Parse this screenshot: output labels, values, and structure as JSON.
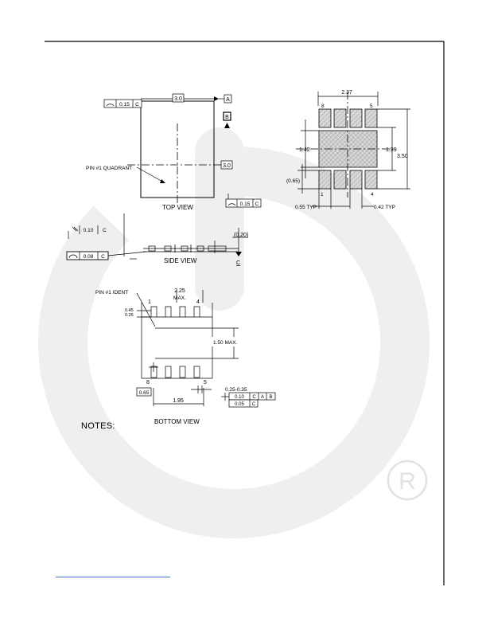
{
  "document": {
    "notes_heading": "NOTES:",
    "top_view": {
      "title": "TOP VIEW",
      "width_dim": "3.0",
      "height_dim": "3.0",
      "datum_a": "A",
      "datum_b": "B",
      "tol_top": "0.15",
      "tol_top_ref": "C",
      "tol_right": "0.15",
      "tol_right_ref": "C",
      "pin1_label": "PIN #1 QUADRANT"
    },
    "side_view": {
      "title": "SIDE VIEW",
      "flatness_tol": "0.10",
      "flatness_ref": "C",
      "coplanarity_tol": "0.08",
      "coplanarity_ref": "C",
      "standoff": "(0.20)",
      "datum_c": "C"
    },
    "bottom_view": {
      "title": "BOTTOM VIEW",
      "pin1_label": "PIN #1 IDENT",
      "max_width": "2.25",
      "max_word": "MAX.",
      "pad_dim_top": "0.45",
      "pad_dim_bottom": "0.25",
      "body_height": "1.50 MAX.",
      "pin_1": "1",
      "pin_4": "4",
      "pin_8": "8",
      "pin_5": "5",
      "pitch": "0.65",
      "span": "1.95",
      "lead_width": "0.25-0.35",
      "pos_tol_1": "0.10",
      "pos_tol_1_m": "C",
      "pos_tol_1_a": "A",
      "pos_tol_1_b": "B",
      "pos_tol_2": "0.05",
      "pos_tol_2_m": "C"
    },
    "land_pattern": {
      "width": "2.37",
      "pin_8": "8",
      "pin_5": "5",
      "pin_1": "1",
      "pin_4": "4",
      "center_w": "1.42",
      "center_h": "1.99",
      "overall_h": "3.50",
      "pitch": "(0.65)",
      "pad_len": "0.55 TYP",
      "pad_w": "0.42 TYP"
    },
    "watermark_mark": "®",
    "colors": {
      "line": "#000000",
      "watermark": "#ececec",
      "link": "#4a6fd6"
    }
  }
}
